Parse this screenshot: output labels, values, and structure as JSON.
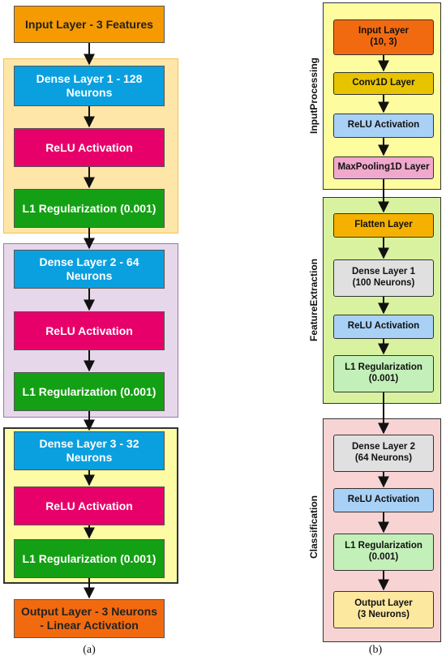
{
  "panel_a": {
    "input": "Input Layer - 3 Features",
    "dense1": "Dense Layer 1 - 128\nNeurons",
    "dense2": "Dense Layer 2 - 64\nNeurons",
    "dense3": "Dense Layer 3 - 32\nNeurons",
    "relu": "ReLU Activation",
    "l1": "L1 Regularization (0.001)",
    "output": "Output Layer - 3 Neurons\n- Linear Activation",
    "caption": "(a)",
    "colors": {
      "input_fill": "#f59a00",
      "dense_fill": "#0aa0e0",
      "relu_fill": "#e8006a",
      "l1_fill": "#14a014",
      "output_fill": "#f26a10",
      "group1_fill": "#fde6a8",
      "group2_fill": "#e7d7ea",
      "group3_fill": "#fdfba4"
    }
  },
  "panel_b": {
    "group_labels": [
      "InputProcessing",
      "FeatureExtraction",
      "Classification"
    ],
    "input_layer": "Input Layer\n(10, 3)",
    "conv": "Conv1D Layer",
    "relu": "ReLU Activation",
    "maxpool": "MaxPooling1D Layer",
    "flatten": "Flatten Layer",
    "dense1": "Dense Layer 1\n(100 Neurons)",
    "l1": "L1 Regularization\n(0.001)",
    "dense2": "Dense Layer 2\n(64 Neurons)",
    "output": "Output Layer\n(3 Neurons)",
    "caption": "(b)",
    "colors": {
      "input_processing_fill": "#fdfda0",
      "feature_extraction_fill": "#d8f2a0",
      "classification_fill": "#f7d3d3",
      "input_fill": "#f26a10",
      "conv_fill": "#e8c400",
      "relu_fill": "#a9d0f5",
      "maxpool_fill": "#f0a8cc",
      "flatten_fill": "#f5b000",
      "dense_fill": "#e0e0e0",
      "l1_fill": "#c3f0b8",
      "output_fill": "#fde8a0"
    }
  }
}
